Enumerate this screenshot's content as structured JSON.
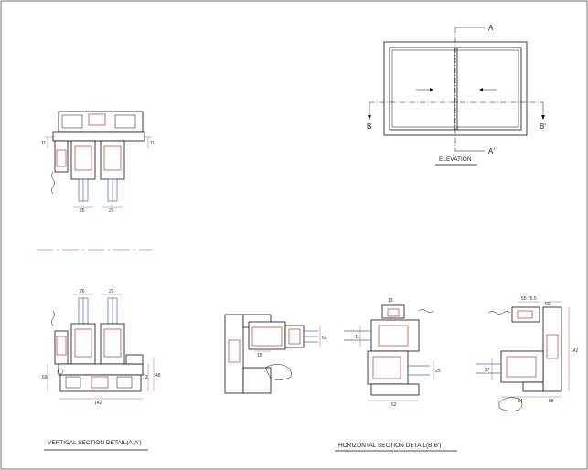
{
  "elevation": {
    "title": "ELEVATION",
    "section_a_top": "A",
    "section_a_bottom": "A'",
    "section_b_left": "B",
    "section_b_right": "B'"
  },
  "vertical_section": {
    "title": "VERTICAL SECTION DETAIL(A-A')",
    "dims_top": [
      "26",
      "26"
    ],
    "dims_bottom": [
      "26",
      "26"
    ],
    "dims_side_top": [
      "11",
      "11"
    ],
    "dim_total": "142",
    "dims_side_bottom": [
      "69",
      "13",
      "48"
    ]
  },
  "horizontal_section": {
    "title": "HORIZONTAL SECTION DETAIL(B-B')",
    "dims_left": [
      "15",
      "62"
    ],
    "dims_center": [
      "13",
      "11",
      "25",
      "52"
    ],
    "dims_right": [
      "55.75.5",
      "60",
      "142",
      "37",
      "64",
      "58"
    ]
  }
}
